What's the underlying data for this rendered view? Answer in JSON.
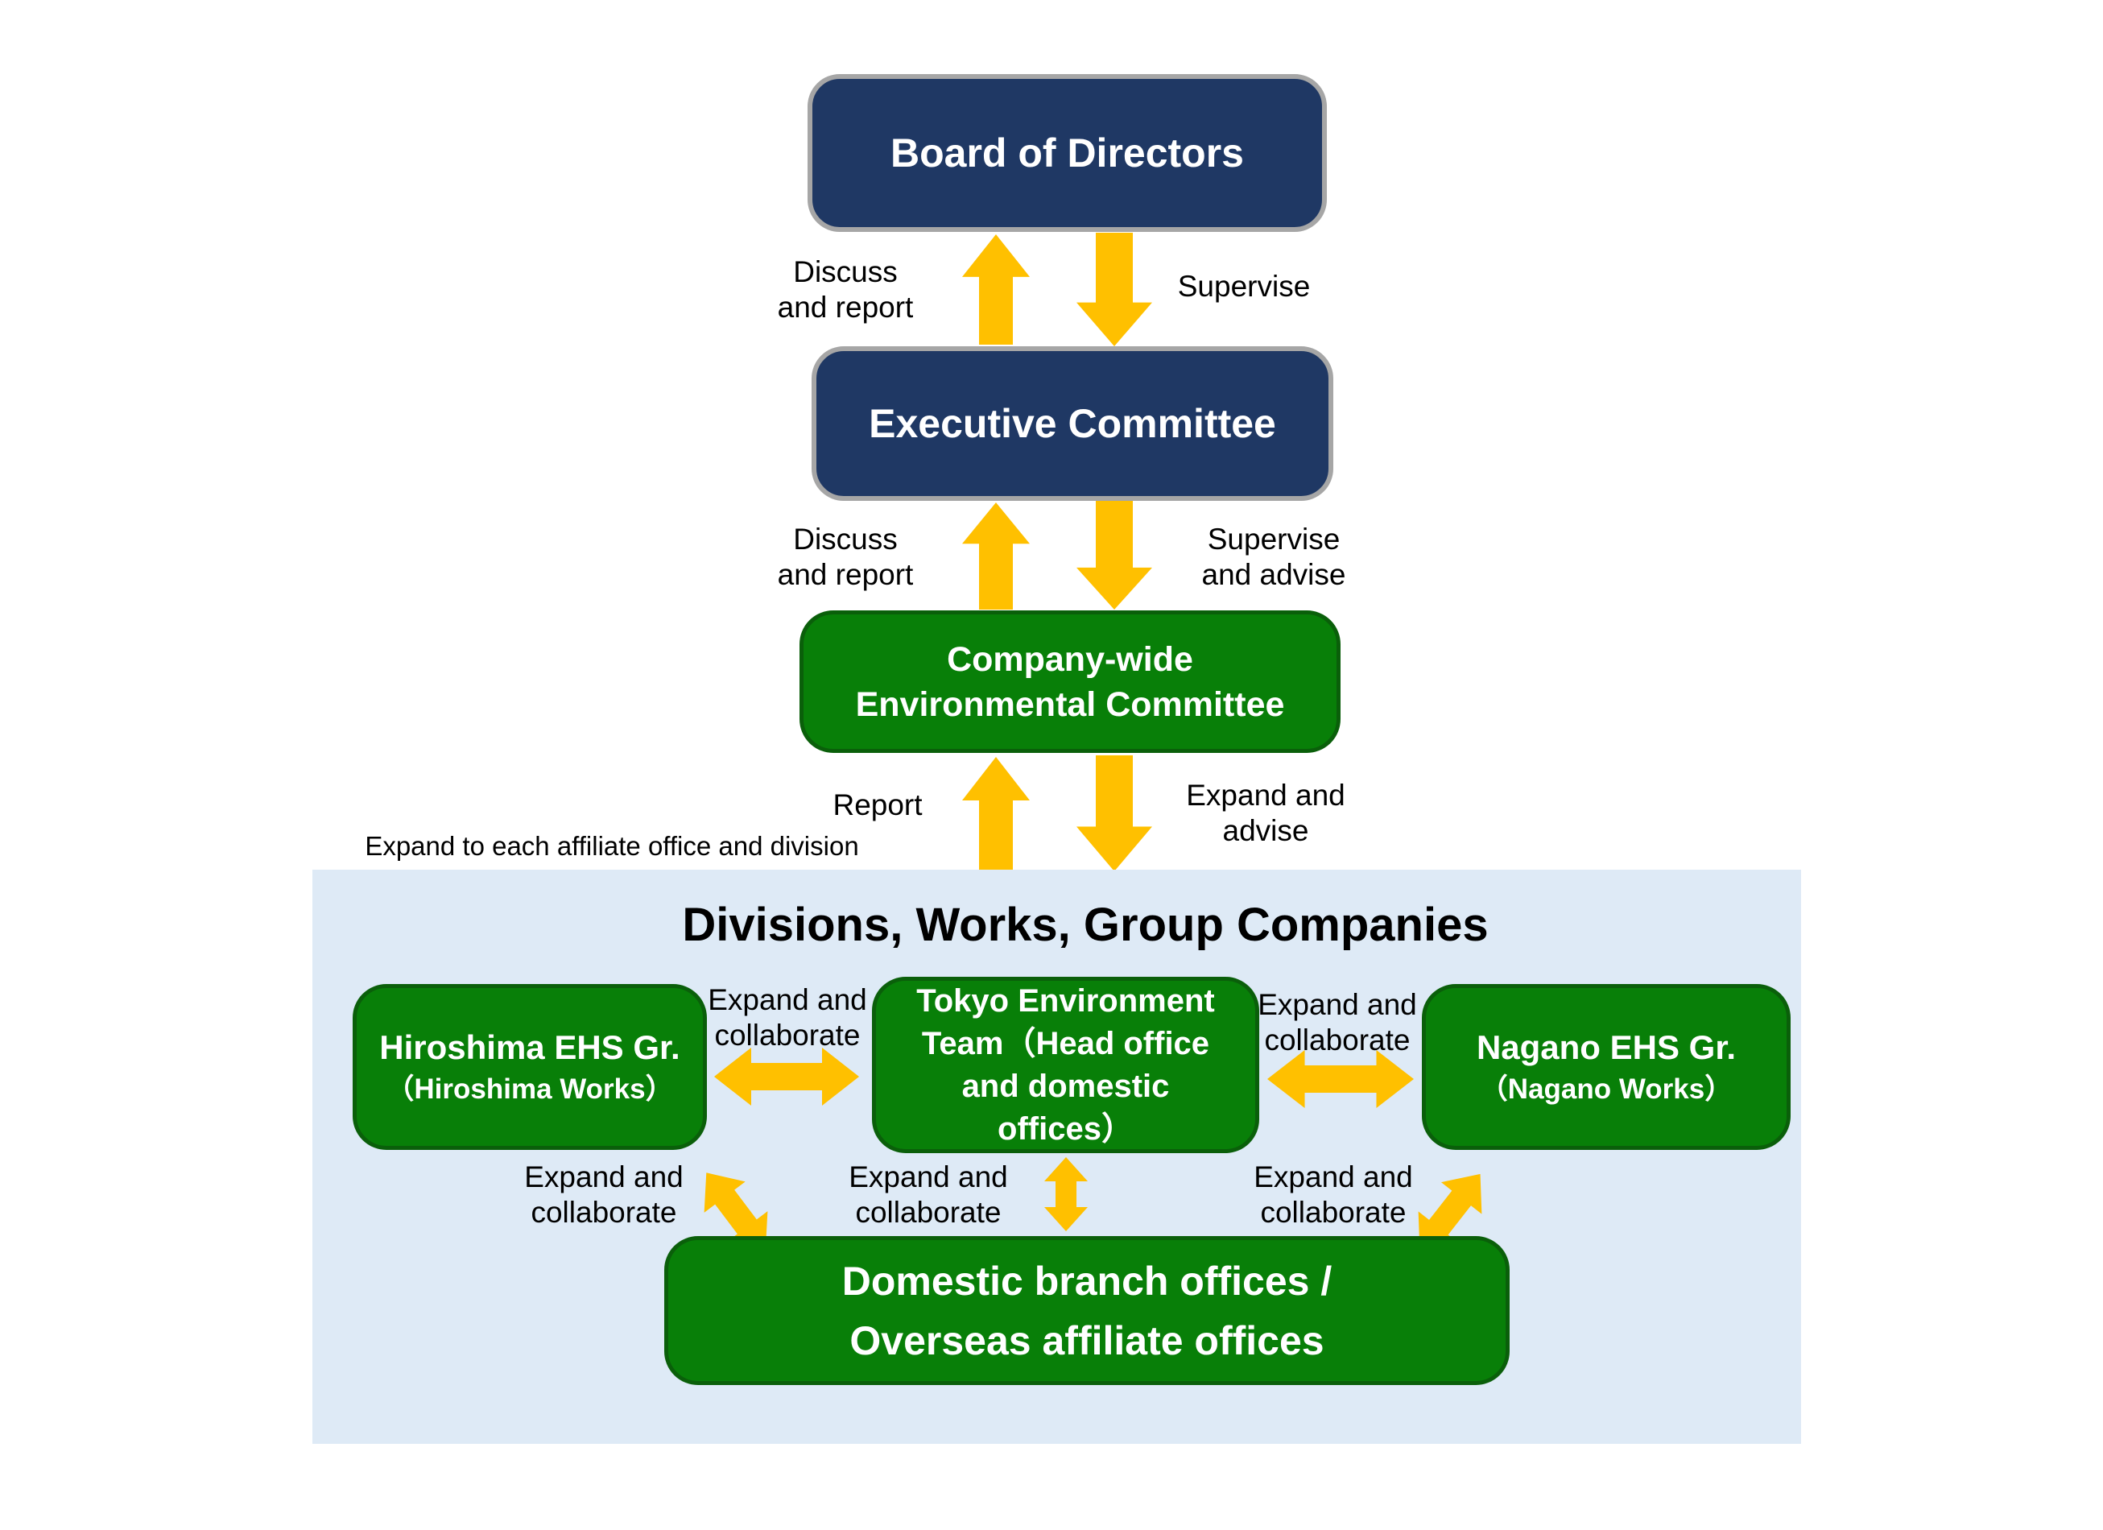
{
  "colors": {
    "navy": "#1F3864",
    "navy_border": "#A6A6A6",
    "green": "#087F08",
    "green_border": "#0A5F0A",
    "arrow_yellow": "#FFC000",
    "panel_blue": "#DEEAF6",
    "box_text": "#FFFFFF",
    "label_text": "#000000"
  },
  "org_chart": {
    "top": {
      "board": {
        "title": "Board of Directors"
      },
      "executive": {
        "title": "Executive Committee"
      },
      "env_committee": {
        "title_lines": [
          "Company-wide",
          "Environmental Committee"
        ]
      }
    },
    "flow_labels": {
      "discuss_report": [
        "Discuss",
        "and report"
      ],
      "supervise": "Supervise",
      "supervise_advise": [
        "Supervise",
        "and advise"
      ],
      "report": "Report",
      "expand_advise": [
        "Expand and",
        "advise"
      ],
      "expand_affiliates": "Expand to each affiliate office and division",
      "expand_collaborate": [
        "Expand and",
        "collaborate"
      ]
    },
    "panel": {
      "heading": "Divisions, Works, Group Companies",
      "hiroshima": {
        "title": "Hiroshima EHS Gr.",
        "subtitle": "（Hiroshima Works）"
      },
      "tokyo": {
        "title_lines": [
          "Tokyo Environment",
          "Team（Head office",
          "and domestic",
          "offices）"
        ]
      },
      "nagano": {
        "title": "Nagano EHS Gr.",
        "subtitle": "（Nagano Works）"
      },
      "domestic": {
        "title_lines": [
          "Domestic branch offices /",
          "Overseas affiliate offices"
        ]
      }
    }
  }
}
